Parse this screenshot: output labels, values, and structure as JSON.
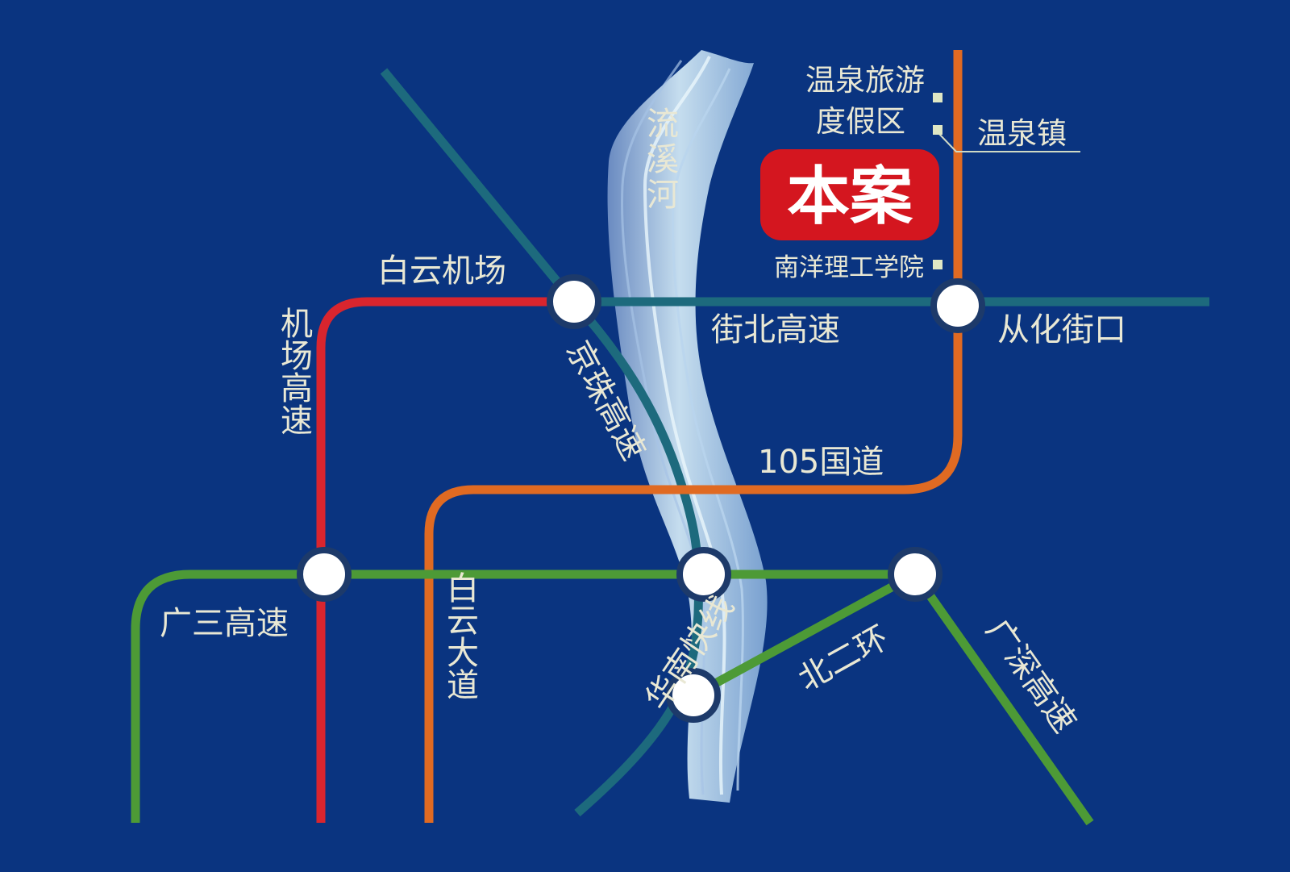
{
  "colors": {
    "background": "#0a3480",
    "airport_road": "#d9252e",
    "national_road": "#e06a22",
    "teal_expressway": "#1d6a7d",
    "green_expressway": "#4d9a36",
    "badge": "#d4161f",
    "label": "#e9e8d4"
  },
  "river": {
    "label": "流溪河"
  },
  "project": {
    "label": "本案"
  },
  "pois": {
    "hot_spring_resort_line1": "温泉旅游",
    "hot_spring_resort_line2": "度假区",
    "hot_spring_town": "温泉镇",
    "nanyang_institute": "南洋理工学院"
  },
  "roads": {
    "baiyun_airport": "白云机场",
    "jiebei_expressway": "街北高速",
    "conghua_jiekou": "从化街口",
    "jingzhu_expressway": "京珠高速",
    "airport_expressway": "机场高速",
    "national_road_105": "105国道",
    "guangsan_expressway": "广三高速",
    "baiyun_avenue": "白云大道",
    "north_second_ring": "北二环",
    "guangshen_expressway": "广深高速",
    "huanan_expressway": "华南快线"
  }
}
